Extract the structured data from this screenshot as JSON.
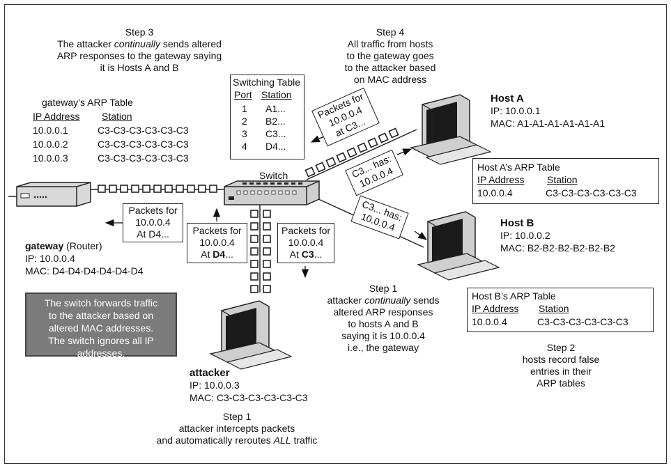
{
  "step3": {
    "title": "Step 3",
    "line1_pre": "The attacker ",
    "line1_em": "continually",
    "line1_post": " sends altered",
    "line2": "ARP responses to the gateway saying",
    "line3": "it is Hosts A and B"
  },
  "step4": {
    "title": "Step 4",
    "lines": [
      "All traffic from hosts",
      "to the gateway goes",
      "to the attacker based",
      "on MAC address"
    ]
  },
  "gateway_arp": {
    "title": "gateway’s ARP Table",
    "col_ip": "IP Address",
    "col_station": "Station",
    "rows": [
      {
        "ip": "10.0.0.1",
        "station": "C3-C3-C3-C3-C3-C3"
      },
      {
        "ip": "10.0.0.2",
        "station": "C3-C3-C3-C3-C3-C3"
      },
      {
        "ip": "10.0.0.3",
        "station": "C3-C3-C3-C3-C3-C3"
      }
    ]
  },
  "switching_table": {
    "title": "Switching Table",
    "col_port": "Port",
    "col_station": "Station",
    "rows": [
      {
        "port": "1",
        "station": "A1..."
      },
      {
        "port": "2",
        "station": "B2..."
      },
      {
        "port": "3",
        "station": "C3..."
      },
      {
        "port": "4",
        "station": "D4..."
      }
    ]
  },
  "host_a": {
    "name": "Host A",
    "ip": "IP: 10.0.0.1",
    "mac": "MAC: A1-A1-A1-A1-A1-A1"
  },
  "host_a_arp": {
    "title": "Host A’s ARP Table",
    "col_ip": "IP Address",
    "col_station": "Station",
    "ip": "10.0.0.4",
    "station": "C3-C3-C3-C3-C3-C3"
  },
  "host_b": {
    "name": "Host B",
    "ip": "IP: 10.0.0.2",
    "mac": "MAC: B2-B2-B2-B2-B2-B2"
  },
  "host_b_arp": {
    "title": "Host B’s ARP Table",
    "col_ip": "IP Address",
    "col_station": "Station",
    "ip": "10.0.0.4",
    "station": "C3-C3-C3-C3-C3-C3"
  },
  "switch": {
    "label": "Switch"
  },
  "gateway": {
    "name": "gateway",
    "role": " (Router)",
    "ip": "IP: 10.0.0.4",
    "mac": "MAC: D4-D4-D4-D4-D4-D4"
  },
  "attacker": {
    "name": "attacker",
    "ip": "IP: 10.0.0.3",
    "mac": "MAC: C3-C3-C3-C3-C3-C3"
  },
  "packets_gateway": {
    "l1": "Packets for",
    "l2": "10.0.0.4",
    "l3": "At D4..."
  },
  "packets_attacker_up": {
    "l1": "Packets for",
    "l2": "10.0.0.4",
    "l3_pre": "At ",
    "l3_bold": "D4",
    "l3_post": "..."
  },
  "packets_attacker_down": {
    "l1": "Packets for",
    "l2": "10.0.0.4",
    "l3_pre": "At ",
    "l3_bold": "C3",
    "l3_post": "..."
  },
  "packets_hostA": {
    "l1": "Packets for",
    "l2": "10.0.0.4",
    "l3": "at C3..."
  },
  "arp_reply_a": {
    "l1": "C3... has:",
    "l2": "10.0.0.4"
  },
  "arp_reply_b": {
    "l1": "C3... has:",
    "l2": "10.0.0.4"
  },
  "step1_right": {
    "title": "Step 1",
    "l1_pre": "attacker ",
    "l1_em": "continually",
    "l1_post": " sends",
    "lines": [
      "altered ARP responses",
      "to hosts A and B",
      "saying it is 10.0.0.4",
      "i.e., the gateway"
    ]
  },
  "step2": {
    "title": "Step 2",
    "lines": [
      "hosts record false",
      "entries in their",
      "ARP tables"
    ]
  },
  "step1_bottom": {
    "title": "Step 1",
    "l1": "attacker intercepts packets",
    "l2_pre": "and automatically reroutes ",
    "l2_em": "ALL",
    "l2_post": " traffic"
  },
  "note": {
    "lines": [
      "The switch forwards traffic",
      "to the attacker based on",
      "altered MAC addresses.",
      "The switch ignores all IP",
      "addresses."
    ]
  },
  "colors": {
    "note_bg": "#7b7b7b",
    "device": "#cfcfcf",
    "screen": "#1a1a1a"
  }
}
